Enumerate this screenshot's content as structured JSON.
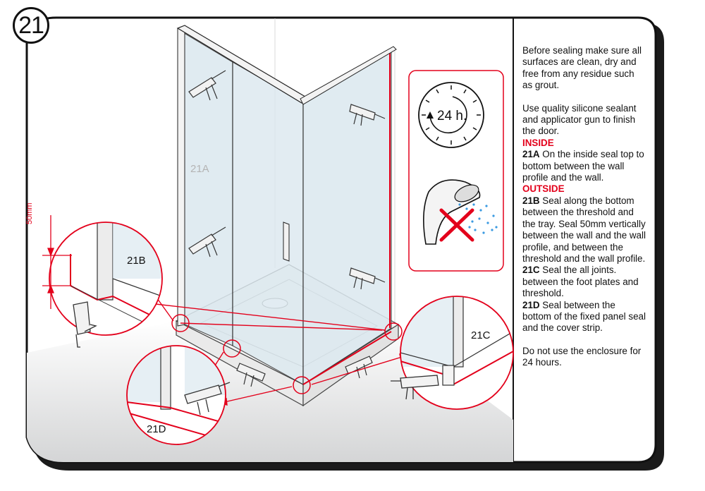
{
  "step_number": "21",
  "labels": {
    "wall_label": "21A",
    "detail_b": "21B",
    "detail_c": "21C",
    "detail_d": "21D",
    "measure": "50mm",
    "cure_time": "24 h."
  },
  "instructions": {
    "intro": "Before sealing make sure all surfaces are clean, dry and free from any residue such as grout.",
    "sealant": "Use quality silicone sealant and applicator gun to finish the door.",
    "inside_heading": "INSIDE",
    "a_code": "21A",
    "a_text": " On the inside seal top to bottom between the wall profile and the wall.",
    "outside_heading": "OUTSIDE",
    "b_code": "21B",
    "b_text": " Seal along the bottom between the threshold and the tray. Seal 50mm vertically between the wall and the wall profile, and between the threshold and the wall profile.",
    "c_code": "21C",
    "c_text": " Seal the all joints. between the foot plates and threshold.",
    "d_code": "21D",
    "d_text": " Seal between the bottom of the fixed panel seal and the cover strip.",
    "warning": "Do not use the enclosure for 24 hours."
  },
  "icons": [
    "clock-icon",
    "shower-head-icon",
    "no-water-cross-icon",
    "silicone-gun-icon"
  ],
  "colors": {
    "accent_red": "#e3001b",
    "glass": "#dbe8ef",
    "floor": "#d9dadb",
    "frame": "#111111"
  }
}
